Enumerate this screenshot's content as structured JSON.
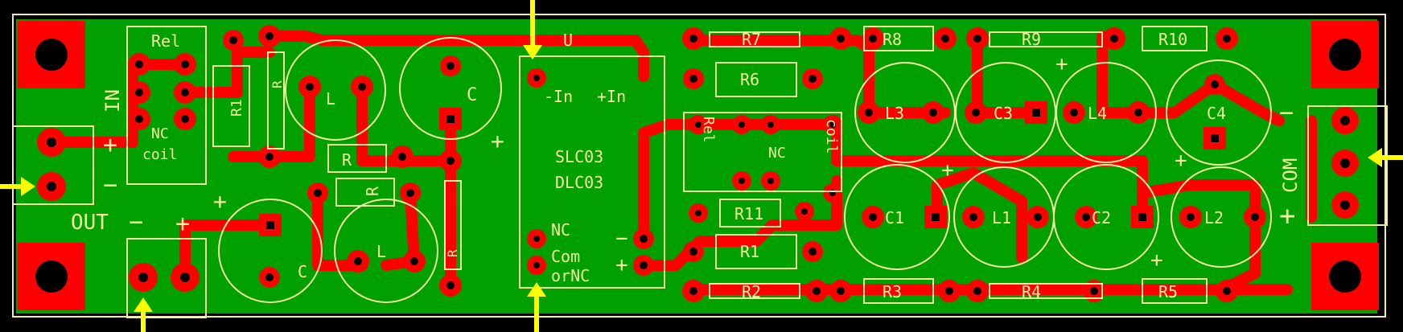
{
  "colors": {
    "background": "#000000",
    "board": "#00a000",
    "copper": "#ff0000",
    "silkscreen": "#f2f0a0",
    "arrows": "#ffff00"
  },
  "labels": {
    "rel_left": "Rel",
    "nc_left": "NC",
    "coil_left": "coil",
    "in_vertical": "IN",
    "out": "OUT",
    "minus": "−",
    "plus": "+",
    "r1_left": "R1",
    "r_left_vert": "R",
    "l_top": "L",
    "c_top": "C",
    "r_mid": "R",
    "r_mid2": "R",
    "r_vert_right": "R",
    "c_bottom": "C",
    "l_bottom": "L",
    "u": "U",
    "neg_in": "-In",
    "pos_in": "+In",
    "slc03": "SLC03",
    "dlc03": "DLC03",
    "nc_mid": "NC",
    "com": "Com",
    "ornc": "orNC",
    "r7": "R7",
    "r6": "R6",
    "r8": "R8",
    "r9": "R9",
    "r10": "R10",
    "l3": "L3",
    "c3": "C3",
    "l4": "L4",
    "c4": "C4",
    "rel_right": "Rel",
    "coil_right": "coil",
    "nc_right": "NC",
    "r11": "R11",
    "r1_right": "R1",
    "r2": "R2",
    "r3": "R3",
    "r4": "R4",
    "r5": "R5",
    "c1": "C1",
    "l1": "L1",
    "c2": "C2",
    "l2": "L2",
    "com_right": "COM"
  }
}
